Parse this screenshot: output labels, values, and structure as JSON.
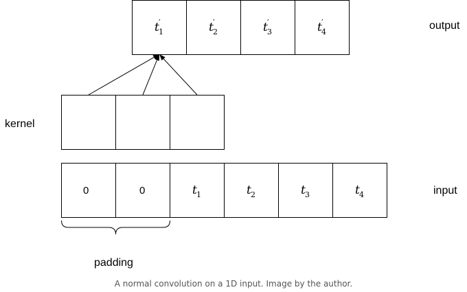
{
  "output": {
    "label": "output",
    "cells": [
      {
        "base": "t",
        "prime": "′",
        "sub": "1"
      },
      {
        "base": "t",
        "prime": "′",
        "sub": "2"
      },
      {
        "base": "t",
        "prime": "′",
        "sub": "3"
      },
      {
        "base": "t",
        "prime": "′",
        "sub": "4"
      }
    ]
  },
  "kernel": {
    "label": "kernel",
    "cell_count": 3
  },
  "input": {
    "label": "input",
    "cells": [
      {
        "text": "0"
      },
      {
        "text": "0"
      },
      {
        "base": "t",
        "sub": "1"
      },
      {
        "base": "t",
        "sub": "2"
      },
      {
        "base": "t",
        "sub": "3"
      },
      {
        "base": "t",
        "sub": "4"
      }
    ]
  },
  "padding": {
    "label": "padding"
  },
  "caption": "A normal convolution on a 1D input. Image by the author."
}
